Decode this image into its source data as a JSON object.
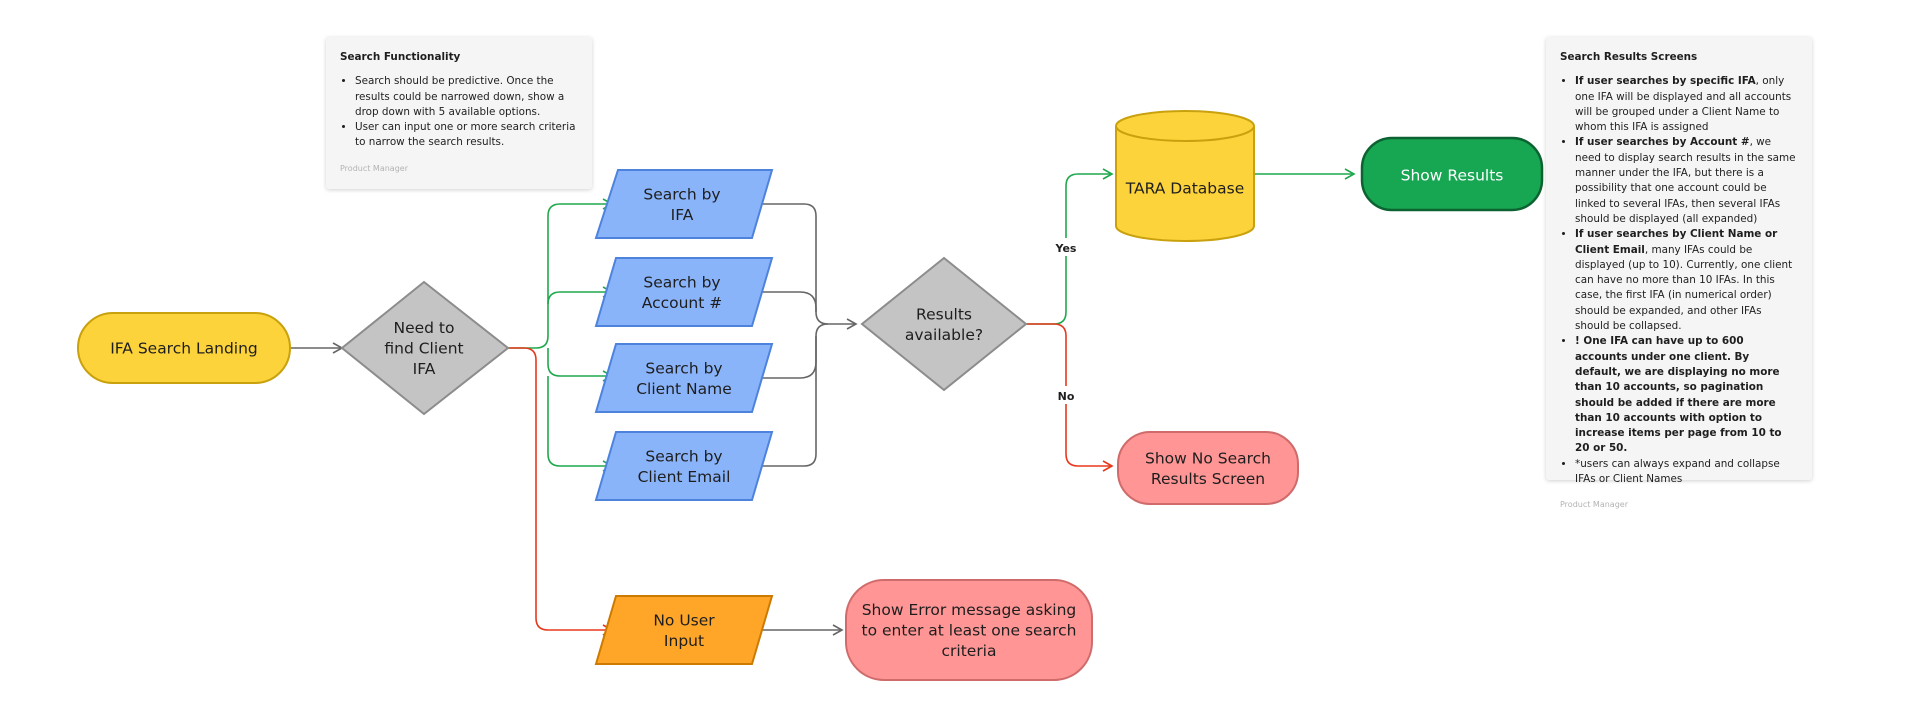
{
  "nodes": {
    "start": "IFA Search Landing",
    "decision_find": "Need to|find Client|IFA",
    "search_ifa": "Search by|IFA",
    "search_account": "Search by|Account #",
    "search_client_name": "Search by|Client Name",
    "search_client_email": "Search by|Client Email",
    "no_input": "No User|Input",
    "error_message": "Show Error message asking|to enter at least one search|criteria",
    "decision_results": "Results|available?",
    "database": "TARA Database",
    "show_results": "Show Results",
    "no_results": "Show No Search|Results Screen"
  },
  "edge_labels": {
    "yes": "Yes",
    "no": "No"
  },
  "colors": {
    "start_fill": "#fdd33b",
    "start_stroke": "#c9a10e",
    "decision_fill": "#c4c4c4",
    "decision_stroke": "#8c8c8c",
    "input_fill": "#8ab4fa",
    "input_stroke": "#4d83dc",
    "no_input_fill": "#ffa629",
    "no_input_stroke": "#cc7a00",
    "error_fill": "#ff9595",
    "error_stroke": "#cf6b6b",
    "database_fill": "#fdd33b",
    "database_stroke": "#c9a10e",
    "show_results_fill": "#17a651",
    "show_results_stroke": "#0c6331",
    "arrow_green": "#1fa84d",
    "arrow_red": "#e8381c",
    "arrow_gray": "#666666"
  },
  "notes": {
    "search_functionality": {
      "title": "Search Functionality",
      "items": [
        "Search should be predictive. Once the results could be narrowed down, show a drop down with 5 available options.",
        "User can input one or more search criteria to narrow the search results."
      ],
      "author": "Product Manager"
    },
    "search_results_screens": {
      "title": "Search Results Screens",
      "item1_bold": "If user searches by specific IFA",
      "item1_rest": ", only one IFA will be displayed and all accounts will be grouped under a Client Name to whom this IFA is assigned",
      "item2_bold": "If user searches by Account #",
      "item2_rest": ", we need to display search results in the same manner under the IFA, but there is a possibility that one account could be linked to several IFAs, then several IFAs should be displayed (all expanded)",
      "item3_bold": "If user searches by Client Name or Client Email",
      "item3_rest": ", many IFAs could be displayed (up to 10). Currently, one client can have no more than 10 IFAs. In this case, the first IFA (in numerical order) should be expanded, and other IFAs should be collapsed.",
      "item4_bold": "! One IFA can have up to 600 accounts under one client. By default, we are displaying no more than 10 accounts, so pagination should be added if there are more than 10 accounts with option to increase items per page  from 10 to 20 or 50.",
      "item5": "*users can always expand and collapse IFAs or Client Names",
      "author": "Product Manager"
    }
  }
}
